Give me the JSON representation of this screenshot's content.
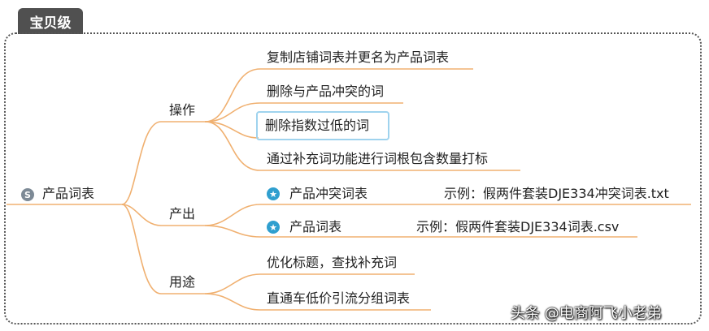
{
  "tag": "宝贝级",
  "root": {
    "icon": "s-circle-icon",
    "label": "产品词表"
  },
  "branches": [
    {
      "label": "操作",
      "children": [
        {
          "label": "复制店铺词表并更名为产品词表"
        },
        {
          "label": "删除与产品冲突的词"
        },
        {
          "label": "删除指数过低的词",
          "selected": true
        },
        {
          "label": "通过补充词功能进行词根包含数量打标"
        }
      ]
    },
    {
      "label": "产出",
      "children": [
        {
          "label": "产品冲突词表",
          "icon": "star-icon",
          "note": "示例：假两件套装DJE334冲突词表.txt"
        },
        {
          "label": "产品词表",
          "icon": "star-icon",
          "note": "示例：假两件套装DJE334词表.csv"
        }
      ]
    },
    {
      "label": "用途",
      "children": [
        {
          "label": "优化标题，查找补充词"
        },
        {
          "label": "直通车低价引流分组词表"
        }
      ]
    }
  ],
  "colors": {
    "line": "#f0b070",
    "tag_bg": "#505050",
    "star": "#2f9fcf",
    "selection": "#9fd3ee"
  },
  "watermark": "头条 @电商阿飞小老弟"
}
